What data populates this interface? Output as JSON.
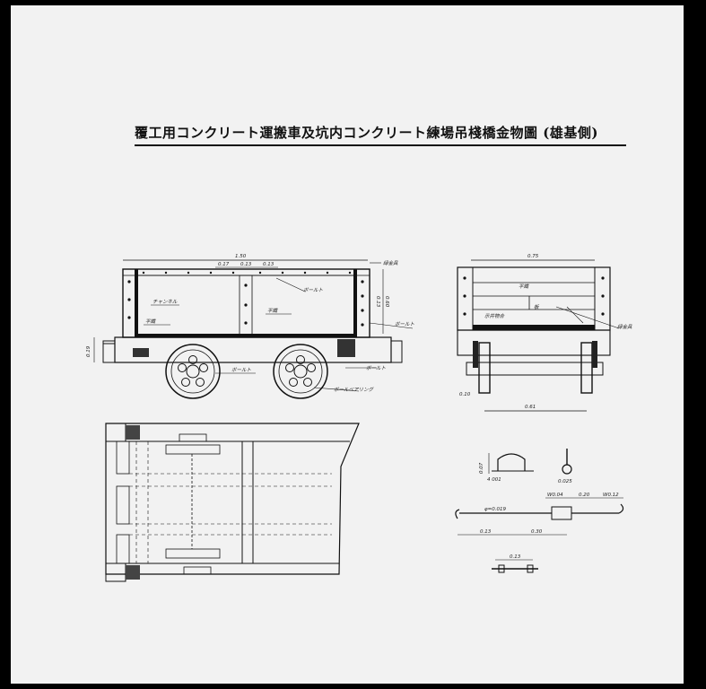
{
  "title": "覆工用コンクリート運搬車及坑内コンクリート練場吊棧橋金物圖 (雄基側)",
  "colors": {
    "paper": "#f2f2f2",
    "ink": "#111111",
    "border": "#000000"
  },
  "side_view": {
    "dim_overall": "1.50",
    "dim_spacing": [
      "0.17",
      "0.13",
      "0.13"
    ],
    "label_top_right": "緑金具",
    "label_left": "チャンネル",
    "label_bolt_top": "ボールト",
    "label_flat": "平鐵",
    "label_bolt_right": "ボールト",
    "label_bolt_lower": "ボールト",
    "label_bolt_lower2": "ボールト",
    "label_ball_bearing": "ボールベアリング",
    "label_flat_lower": "平鐵",
    "dim_left": "0.19",
    "dim_vertical": [
      "0.13",
      "0.60"
    ]
  },
  "end_view": {
    "dim_top": "0.75",
    "label_flat": "平鐵",
    "label_pivot": "示井物合",
    "label_plate": "板",
    "label_fitting": "緑金具",
    "dim_bottom": "0.61",
    "dim_left_small": "0.10"
  },
  "details": {
    "hook_label_a": "4 001",
    "hook_label_b": "0.07",
    "ring_label": "0.025",
    "turnbuckle_labels": [
      "W0.04",
      "0.20",
      "W0.12"
    ],
    "rod_label": "φ=0.019",
    "rod_dims": [
      "0.13",
      "0.30"
    ],
    "bolt_dim": "0.13"
  }
}
